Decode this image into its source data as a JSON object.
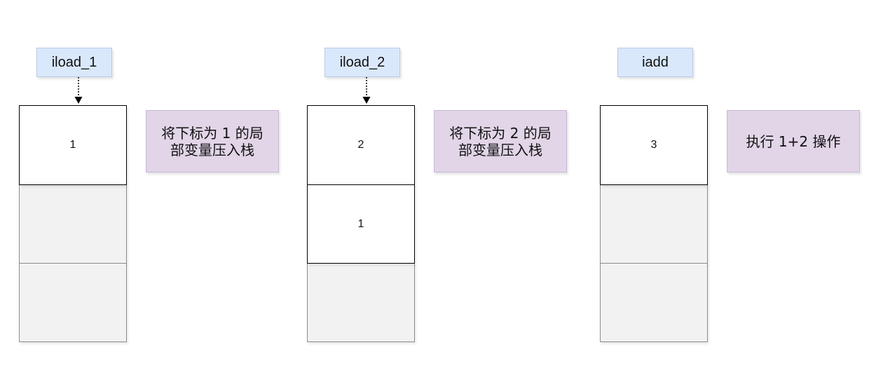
{
  "colors": {
    "label_fill": "#dae8fc",
    "note_fill": "#e1d5e7",
    "empty_cell_fill": "#f2f2f2",
    "occupied_cell_fill": "#ffffff"
  },
  "columns": [
    {
      "instruction": "iload_1",
      "stack": [
        {
          "value": "1",
          "occupied": true
        },
        {
          "occupied": false
        },
        {
          "occupied": false
        }
      ],
      "note_lines": [
        "将下标为 1 的局",
        "部变量压入栈"
      ]
    },
    {
      "instruction": "iload_2",
      "stack": [
        {
          "value": "2",
          "occupied": true
        },
        {
          "value": "1",
          "occupied": true
        },
        {
          "occupied": false
        }
      ],
      "note_lines": [
        "将下标为 2 的局",
        "部变量压入栈"
      ]
    },
    {
      "instruction": "iadd",
      "stack": [
        {
          "value": "3",
          "occupied": true
        },
        {
          "occupied": false
        },
        {
          "occupied": false
        }
      ],
      "note_lines": [
        "执行 1+2 操作"
      ]
    }
  ]
}
